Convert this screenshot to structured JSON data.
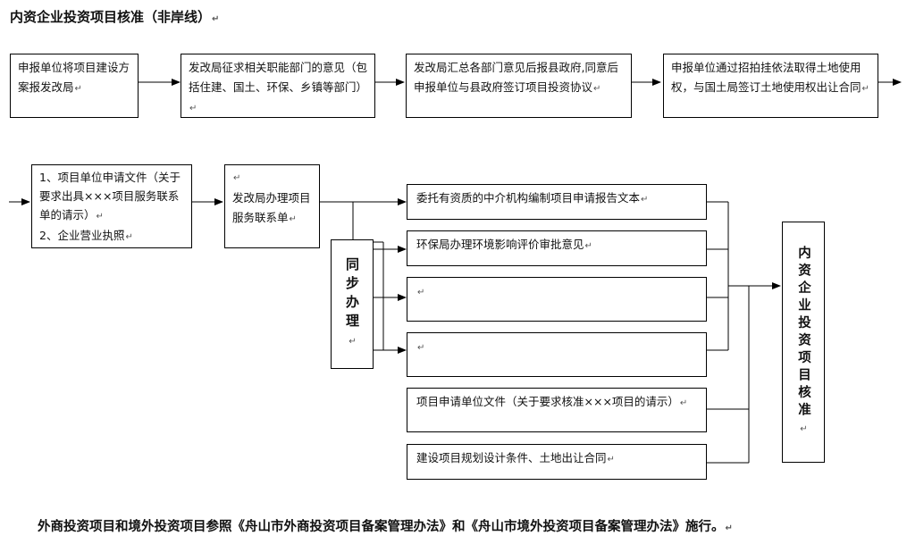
{
  "title": "内资企业投资项目核准（非岸线）",
  "return_mark": "↵",
  "row1": [
    {
      "text": "申报单位将项目建设方案报发改局"
    },
    {
      "text": "发改局征求相关职能部门的意见（包括住建、国土、环保、乡镇等部门）"
    },
    {
      "text": "发改局汇总各部门意见后报县政府,同意后申报单位与县政府签订项目投资协议"
    },
    {
      "text": "申报单位通过招拍挂依法取得土地使用权，与国土局签订土地使用权出让合同"
    }
  ],
  "row2": {
    "apply_docs": {
      "line1": "1、项目单位申请文件（关于要求出具×××项目服务联系单的请示）",
      "line2": "2、企业营业执照"
    },
    "service_letter": "发改局办理项目服务联系单",
    "sync_label": "同步办理",
    "parallel": [
      "委托有资质的中介机构编制项目申请报告文本",
      "环保局办理环境影响评价审批意见",
      "",
      "",
      "项目申请单位文件（关于要求核准×××项目的请示）",
      "建设项目规划设计条件、土地出让合同"
    ],
    "final_label": "内资企业投资项目核准"
  },
  "footer": "外商投资项目和境外投资项目参照《舟山市外商投资项目备案管理办法》和《舟山市境外投资项目备案管理办法》施行。"
}
